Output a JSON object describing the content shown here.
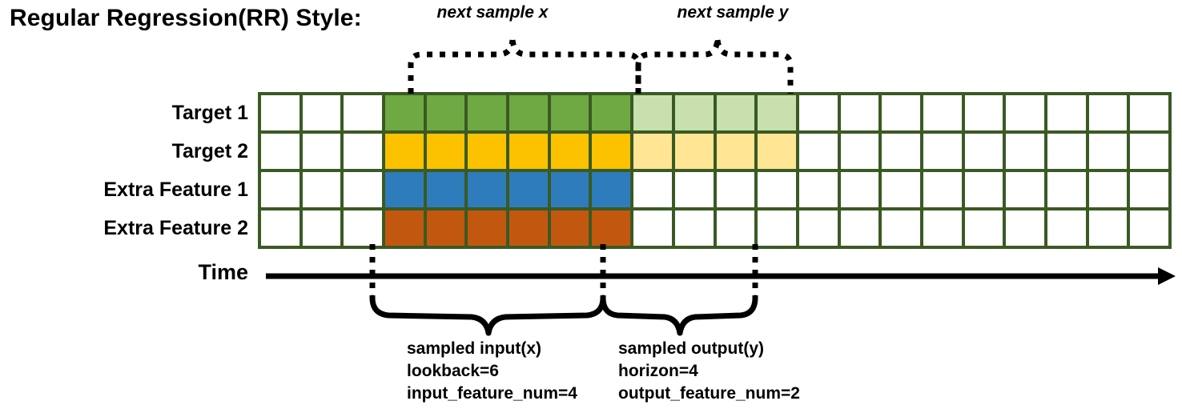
{
  "title": "Regular Regression(RR) Style:",
  "rows": [
    {
      "label": "Target 1",
      "key": "target-1"
    },
    {
      "label": "Target 2",
      "key": "target-2"
    },
    {
      "label": "Extra Feature 1",
      "key": "extra-feature-1"
    },
    {
      "label": "Extra Feature 2",
      "key": "extra-feature-2"
    }
  ],
  "axis": {
    "label": "Time",
    "direction": "right"
  },
  "annotations": {
    "top_left_brace": "next sample x",
    "top_right_brace": "next sample y",
    "bottom_left_brace": {
      "line1": "sampled input(x)",
      "line2": "lookback=6",
      "line3": "input_feature_num=4"
    },
    "bottom_right_brace": {
      "line1": "sampled output(y)",
      "line2": "horizon=4",
      "line3": "output_feature_num=2"
    }
  },
  "grid": {
    "columns": 22,
    "rows": 4,
    "input_start_col": 4,
    "input_end_col": 9,
    "output_start_col": 10,
    "output_end_col": 13,
    "lookback": 6,
    "horizon": 4,
    "input_feature_num": 4,
    "output_feature_num": 2
  },
  "colors": {
    "grid_line": "#3A5A23",
    "target1_input": "#6FA943",
    "target1_output": "#C7E0AE",
    "target2_input": "#FCC200",
    "target2_output": "#FFE594",
    "extra_feature1": "#2E7CBB",
    "extra_feature2": "#C2570F",
    "empty": "#FFFFFF",
    "ink": "#000000"
  }
}
